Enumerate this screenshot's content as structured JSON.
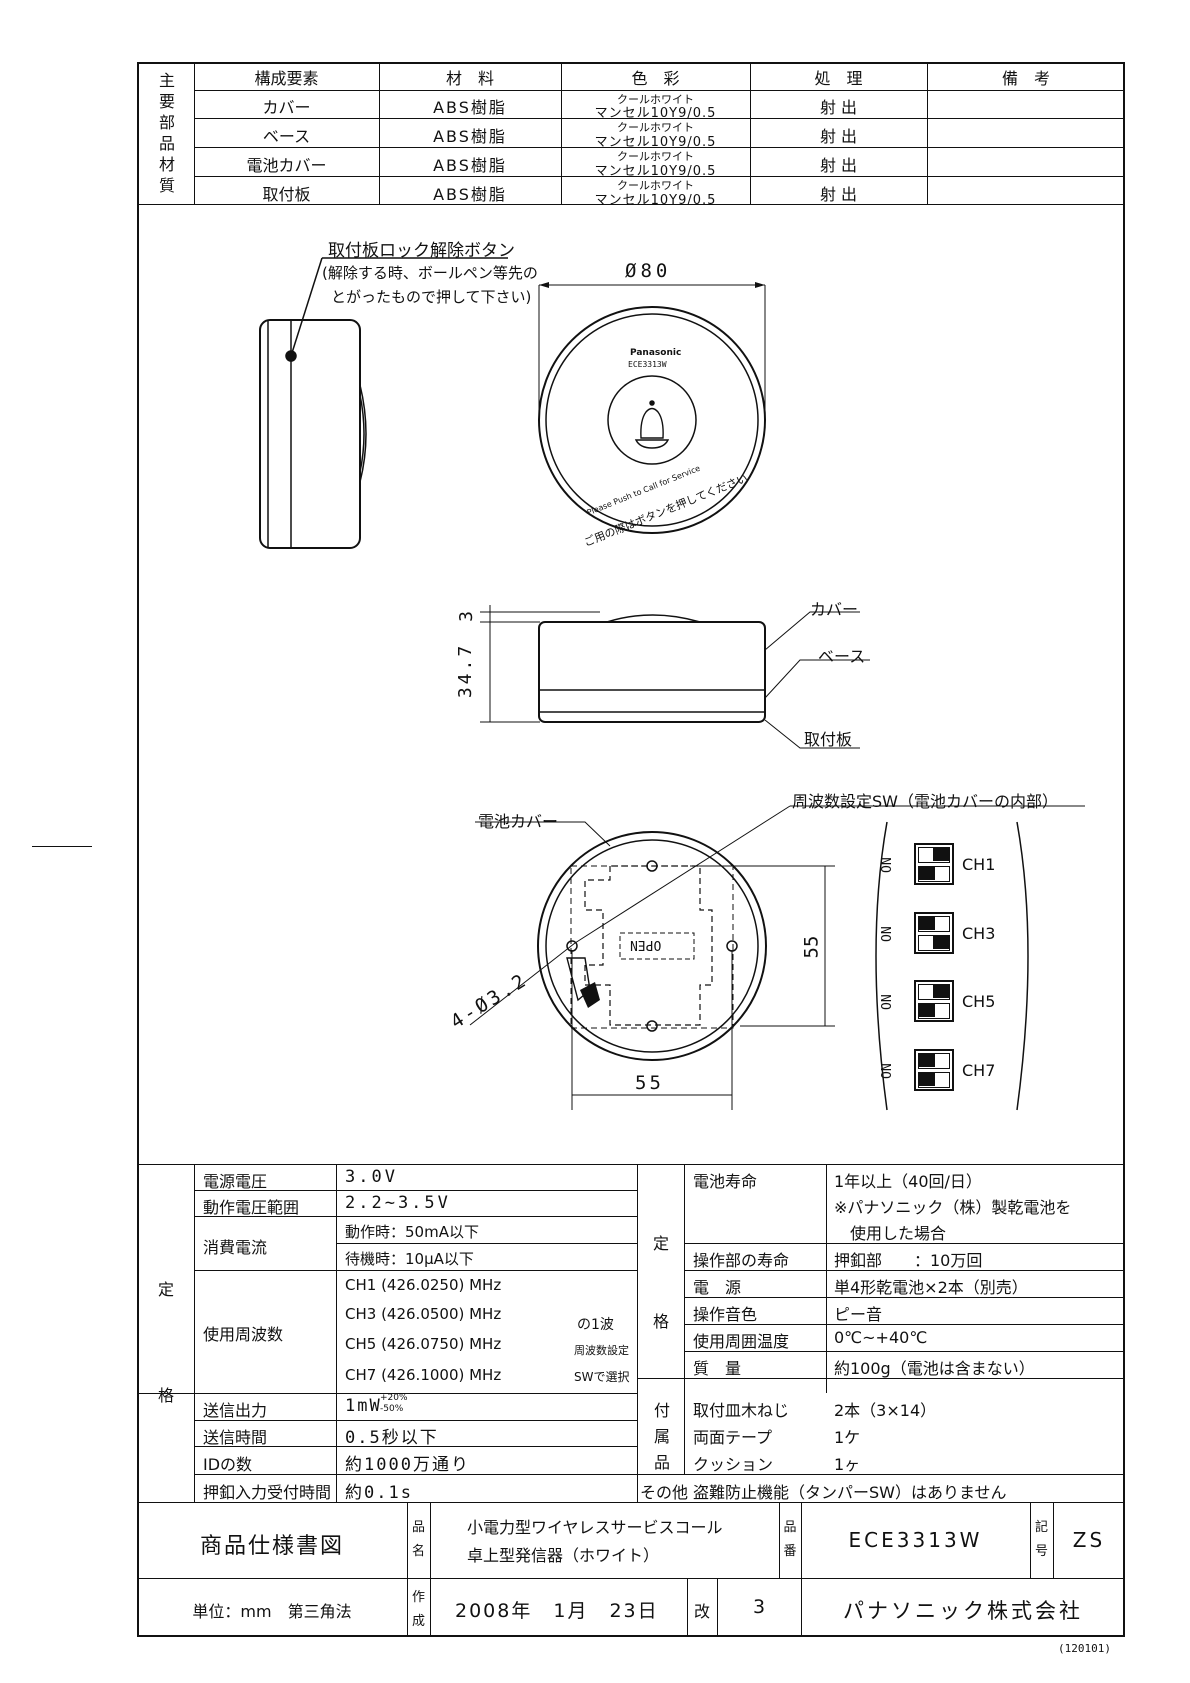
{
  "materials": {
    "side_label": [
      "主",
      "要",
      "部",
      "品",
      "材",
      "質"
    ],
    "headers": [
      "構成要素",
      "材　料",
      "色　彩",
      "処　理",
      "備　考"
    ],
    "rows": [
      {
        "part": "カバー",
        "material": "ABS樹脂",
        "color_top": "クールホワイト",
        "color_bottom": "マンセル10Y9/0.5",
        "process": "射 出"
      },
      {
        "part": "ベース",
        "material": "ABS樹脂",
        "color_top": "クールホワイト",
        "color_bottom": "マンセル10Y9/0.5",
        "process": "射 出"
      },
      {
        "part": "電池カバー",
        "material": "ABS樹脂",
        "color_top": "クールホワイト",
        "color_bottom": "マンセル10Y9/0.5",
        "process": "射 出"
      },
      {
        "part": "取付板",
        "material": "ABS樹脂",
        "color_top": "クールホワイト",
        "color_bottom": "マンセル10Y9/0.5",
        "process": "射 出"
      }
    ]
  },
  "drawing": {
    "lock_button_note": [
      "取付板ロック解除ボタン",
      "(解除する時、ボールペン等先の",
      "とがったもので押して下さい)"
    ],
    "diameter": "Ø80",
    "brand": "Panasonic",
    "model_on_unit": "ECE3313W",
    "ring_text_en": "Please Push to Call for Service",
    "ring_text_jp": "ご用の際はボタンを押してください",
    "dim_3": "3",
    "dim_height": "34.7",
    "label_cover": "カバー",
    "label_base": "ベース",
    "label_plate": "取付板",
    "label_battery_cover": "電池カバー",
    "label_freq_sw": "周波数設定SW（電池カバーの内部）",
    "hole_dim": "4-Ø3.2",
    "dim_55_v": "55",
    "dim_55_h": "55",
    "open_text": "OPEN",
    "dip_on": "ON",
    "dip_channels": [
      {
        "label": "CH1",
        "sw1_on": true,
        "sw2_on": false
      },
      {
        "label": "CH3",
        "sw1_on": false,
        "sw2_on": true
      },
      {
        "label": "CH5",
        "sw1_on": true,
        "sw2_on": true
      },
      {
        "label": "CH7",
        "sw1_on": false,
        "sw2_on": false
      }
    ]
  },
  "specs": {
    "side": [
      "定",
      "格"
    ],
    "left_rows": [
      {
        "label": "電源電圧",
        "value": "3.0V"
      },
      {
        "label": "動作電圧範囲",
        "value": "2.2~3.5V"
      },
      {
        "label": "消費電流",
        "value": "動作時：50mA以下",
        "value2": "待機時：10μA以下"
      },
      {
        "label": "使用周波数",
        "freqs": [
          "CH1 (426.0250) MHz",
          "CH3 (426.0500) MHz",
          "CH5 (426.0750) MHz",
          "CH7 (426.1000) MHz"
        ],
        "note": [
          "の1波",
          "周波数設定",
          "SWで選択"
        ]
      },
      {
        "label": "送信出力",
        "value": "1mW",
        "sup": "+20%",
        "sub": "-50%"
      },
      {
        "label": "送信時間",
        "value": "0.5秒以下"
      },
      {
        "label": "IDの数",
        "value": "約1000万通り"
      },
      {
        "label": "押釦入力受付時間",
        "value": "約0.1s"
      }
    ],
    "right_side_rating": [
      "定",
      "格"
    ],
    "right_rows": [
      {
        "label": "電池寿命",
        "value": [
          "1年以上（40回/日）",
          "※パナソニック（株）製乾電池を",
          "　使用した場合"
        ]
      },
      {
        "label": "操作部の寿命",
        "value": [
          "押釦部　　：10万回"
        ]
      },
      {
        "label": "電　源",
        "value": [
          "単4形乾電池×2本（別売）"
        ]
      },
      {
        "label": "操作音色",
        "value": [
          "ピー音"
        ]
      },
      {
        "label": "使用周囲温度",
        "value": [
          "0℃~+40℃"
        ]
      },
      {
        "label": "質　量",
        "value": [
          "約100g（電池は含まない）"
        ]
      }
    ],
    "accessory_side": [
      "付",
      "属",
      "品"
    ],
    "accessories": [
      {
        "label": "取付皿木ねじ",
        "value": "2本（3×14）"
      },
      {
        "label": "両面テープ",
        "value": "1ケ"
      },
      {
        "label": "クッション",
        "value": "1ヶ"
      }
    ],
    "other_label": "その他",
    "other_value": "盗難防止機能（タンパーSW）はありません"
  },
  "title_block": {
    "doc_title": "商品仕様書図",
    "name_label": [
      "品",
      "名"
    ],
    "name_lines": [
      "小電力型ワイヤレスサービスコール",
      "卓上型発信器（ホワイト）"
    ],
    "number_label": [
      "品",
      "番"
    ],
    "number": "ECE3313W",
    "symbol_label": [
      "記",
      "号"
    ],
    "symbol": "ZS",
    "unit": "単位：mm　第三角法",
    "made_label": [
      "作",
      "成"
    ],
    "date": "2008年　1月　23日",
    "rev_label": "改",
    "rev": "3",
    "company": "パナソニック株式会社",
    "code": "(120101)"
  }
}
